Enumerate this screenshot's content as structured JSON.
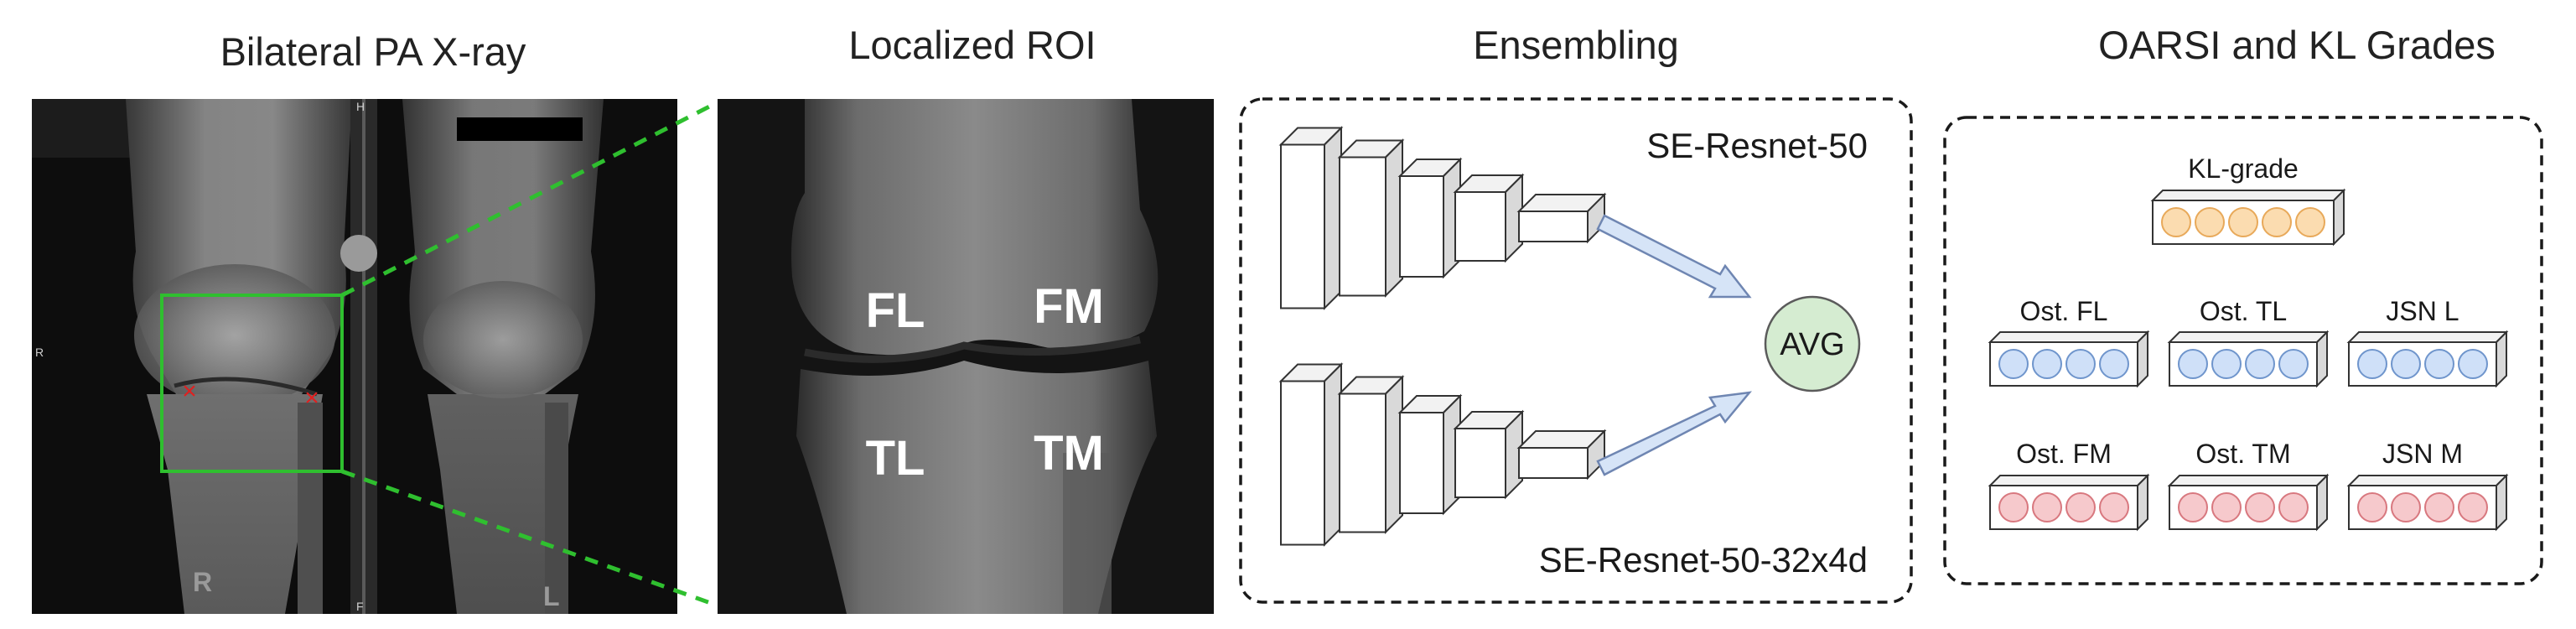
{
  "titles": {
    "xray": "Bilateral PA X-ray",
    "roi": "Localized ROI",
    "ensembling": "Ensembling",
    "grades": "OARSI and KL Grades"
  },
  "xray": {
    "side_marker": "R",
    "ruler_top": "H",
    "ruler_bottom": "F",
    "lead_marker_right": "R",
    "lead_marker_left": "L",
    "landmark_marker": "×"
  },
  "roi": {
    "labels": {
      "fl": "FL",
      "fm": "FM",
      "tl": "TL",
      "tm": "TM"
    }
  },
  "ensemble": {
    "model_top": "SE-Resnet-50",
    "model_bottom": "SE-Resnet-50-32x4d",
    "avg": "AVG"
  },
  "grades": {
    "kl": {
      "label": "KL-grade",
      "circles": 5
    },
    "ost_fl": {
      "label": "Ost. FL",
      "circles": 4
    },
    "ost_tl": {
      "label": "Ost. TL",
      "circles": 4
    },
    "jsn_l": {
      "label": "JSN L",
      "circles": 4
    },
    "ost_fm": {
      "label": "Ost. FM",
      "circles": 4
    },
    "ost_tm": {
      "label": "Ost. TM",
      "circles": 4
    },
    "jsn_m": {
      "label": "JSN M",
      "circles": 4
    }
  },
  "colors": {
    "roi_box": "#2fbf2f",
    "zoom_lines": "#2fbf2f",
    "landmark": "#e02020",
    "arrow_fill": "#d6e4f7",
    "arrow_stroke": "#6f86b2",
    "avg_fill": "#d5ecd1",
    "kl_circle": "#fbdcb0",
    "kl_circle_stroke": "#e8a95a",
    "lateral_circle": "#cfe0f8",
    "lateral_circle_stroke": "#6f95cc",
    "medial_circle": "#f6c9cc",
    "medial_circle_stroke": "#d8787f"
  }
}
